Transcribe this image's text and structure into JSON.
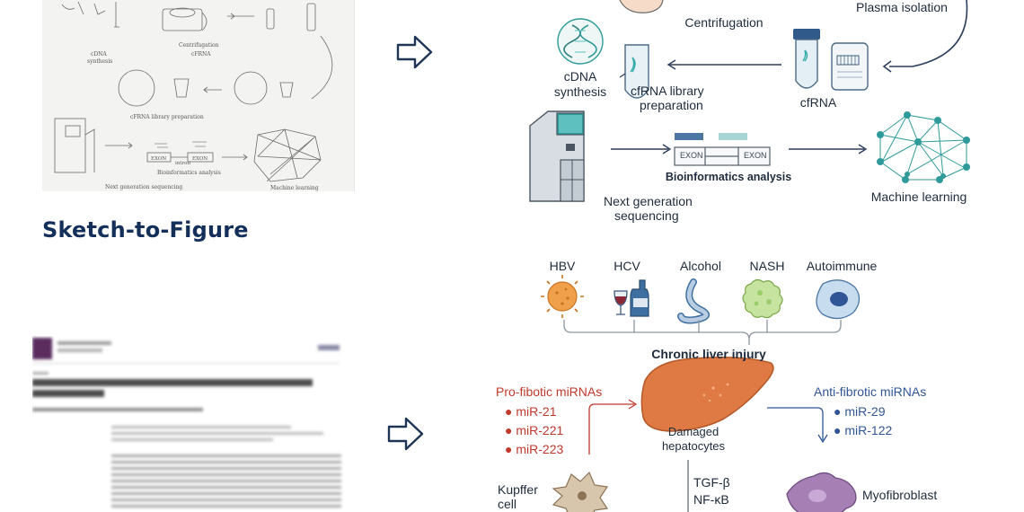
{
  "section_title": "Sketch-to-Figure",
  "sketch_labels": {
    "centrifugation": "Centrifugation",
    "cfrna": "cFRNA",
    "cdna": "cDNA",
    "synthesis": "synthesis",
    "library": "cFRNA library preparation",
    "exon1": "EXON",
    "intron": "intron",
    "exon2": "EXON",
    "bioinfo": "Bioinformatics analysis",
    "ngs": "Next generation sequencing",
    "ml": "Machine learning"
  },
  "workflow": {
    "centrifugation": "Centrifugation",
    "plasma": "Plasma isolation",
    "cdna_line1": "cDNA",
    "cdna_line2": "synthesis",
    "library_line1": "cfRNA library",
    "library_line2": "preparation",
    "cfrna": "cfRNA",
    "exon_left": "EXON",
    "exon_right": "EXON",
    "bioinfo": "Bioinformatics analysis",
    "ngs_line1": "Next generation",
    "ngs_line2": "sequencing",
    "ml": "Machine learning"
  },
  "liver": {
    "causes": [
      "HBV",
      "HCV",
      "Alcohol",
      "NASH",
      "Autoimmune"
    ],
    "injury": "Chronic liver injury",
    "pro_title": "Pro-fibotic miRNAs",
    "pro_items": [
      "miR-21",
      "miR-221",
      "miR-223"
    ],
    "anti_title": "Anti-fibrotic miRNAs",
    "anti_items": [
      "miR-29",
      "miR-122"
    ],
    "hepatocytes_line1": "Damaged",
    "hepatocytes_line2": "hepatocytes",
    "kupffer_line1": "Kupffer",
    "kupffer_line2": "cell",
    "tgf": "TGF-β",
    "nfkb": "NF-κB",
    "myofibroblast": "Myofibroblast"
  },
  "colors": {
    "title_navy": "#14305a",
    "pro_red": "#c0392b",
    "anti_blue": "#2f5597",
    "liver_orange": "#e07a45",
    "teal": "#2f9a9a"
  }
}
